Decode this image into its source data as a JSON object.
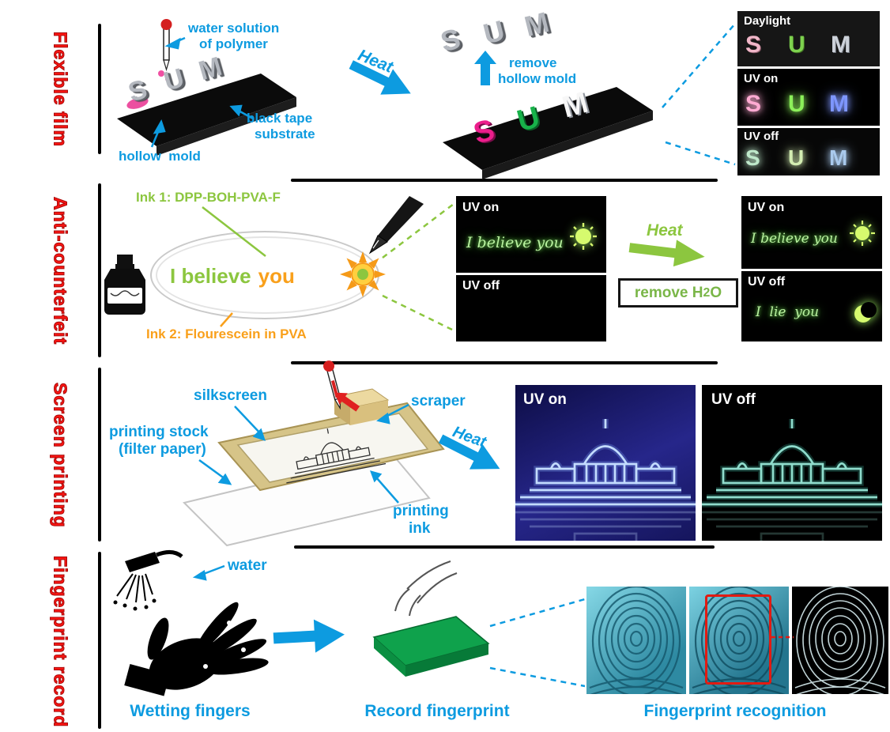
{
  "colors": {
    "accent_blue": "#0D9BE0",
    "accent_green": "#8CC63F",
    "accent_yellow": "#F9A01B",
    "accent_red": "#FB1512",
    "magenta": "#EC1E8C"
  },
  "letters": {
    "s": "S",
    "u": "U",
    "m": "M"
  },
  "sections": {
    "flexible_film": {
      "side_label": "Flexible film",
      "water_solution_line1": "water solution",
      "water_solution_line2": "of polymer",
      "hollow_mold_label": "hollow  mold",
      "black_tape_line1": "black tape",
      "black_tape_line2": "substrate",
      "heat_label": "Heat",
      "remove_line1": "remove",
      "remove_line2": "hollow mold",
      "panel": {
        "daylight": "Daylight",
        "uv_on": "UV on",
        "uv_off": "UV off"
      }
    },
    "anti_counterfeit": {
      "side_label": "Anti-counterfeit",
      "ink1_label": "Ink 1: DPP-BOH-PVA-F",
      "ink2_label": "Ink 2: Flourescein in PVA",
      "dish_text_green": "I believe",
      "dish_text_yellow": "you",
      "uv_on": "UV on",
      "uv_off": "UV off",
      "handwriting_believe": "I believe you",
      "handwriting_lie": "I  lie  you",
      "heat_label": "Heat",
      "remove_prefix": "remove H",
      "remove_sub": "2",
      "remove_suffix": "O"
    },
    "screen_printing": {
      "side_label": "Screen printing",
      "silkscreen_label": "silkscreen",
      "printing_stock_line1": "printing stock",
      "printing_stock_line2": "(filter paper)",
      "scraper_label": "scraper",
      "heat_label": "Heat",
      "printing_ink_line1": "printing",
      "printing_ink_line2": "ink",
      "uv_on": "UV on",
      "uv_off": "UV off"
    },
    "fingerprint_record": {
      "side_label": "Fingerprint record",
      "water_label": "water",
      "wetting_fingers_label": "Wetting fingers",
      "record_fingerprint_label": "Record fingerprint",
      "fingerprint_recognition_label": "Fingerprint recognition"
    }
  }
}
